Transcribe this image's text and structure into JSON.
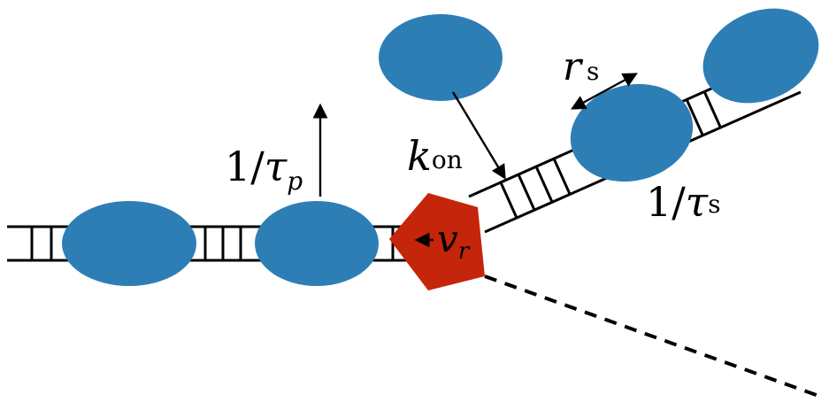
{
  "labels": {
    "tau_p": {
      "prefix": "1/",
      "symbol": "τ",
      "sub": "p"
    },
    "k_on": {
      "symbol": "k",
      "sub": "on"
    },
    "r_s": {
      "symbol": "r",
      "sub": "s"
    },
    "tau_s": {
      "prefix": "1/",
      "symbol": "τ",
      "sub": "s"
    },
    "v_r": {
      "symbol": "v",
      "sub": "r"
    }
  },
  "colors": {
    "protein": "#2e7eb6",
    "replisome": "#c5250a",
    "line": "#000000"
  }
}
